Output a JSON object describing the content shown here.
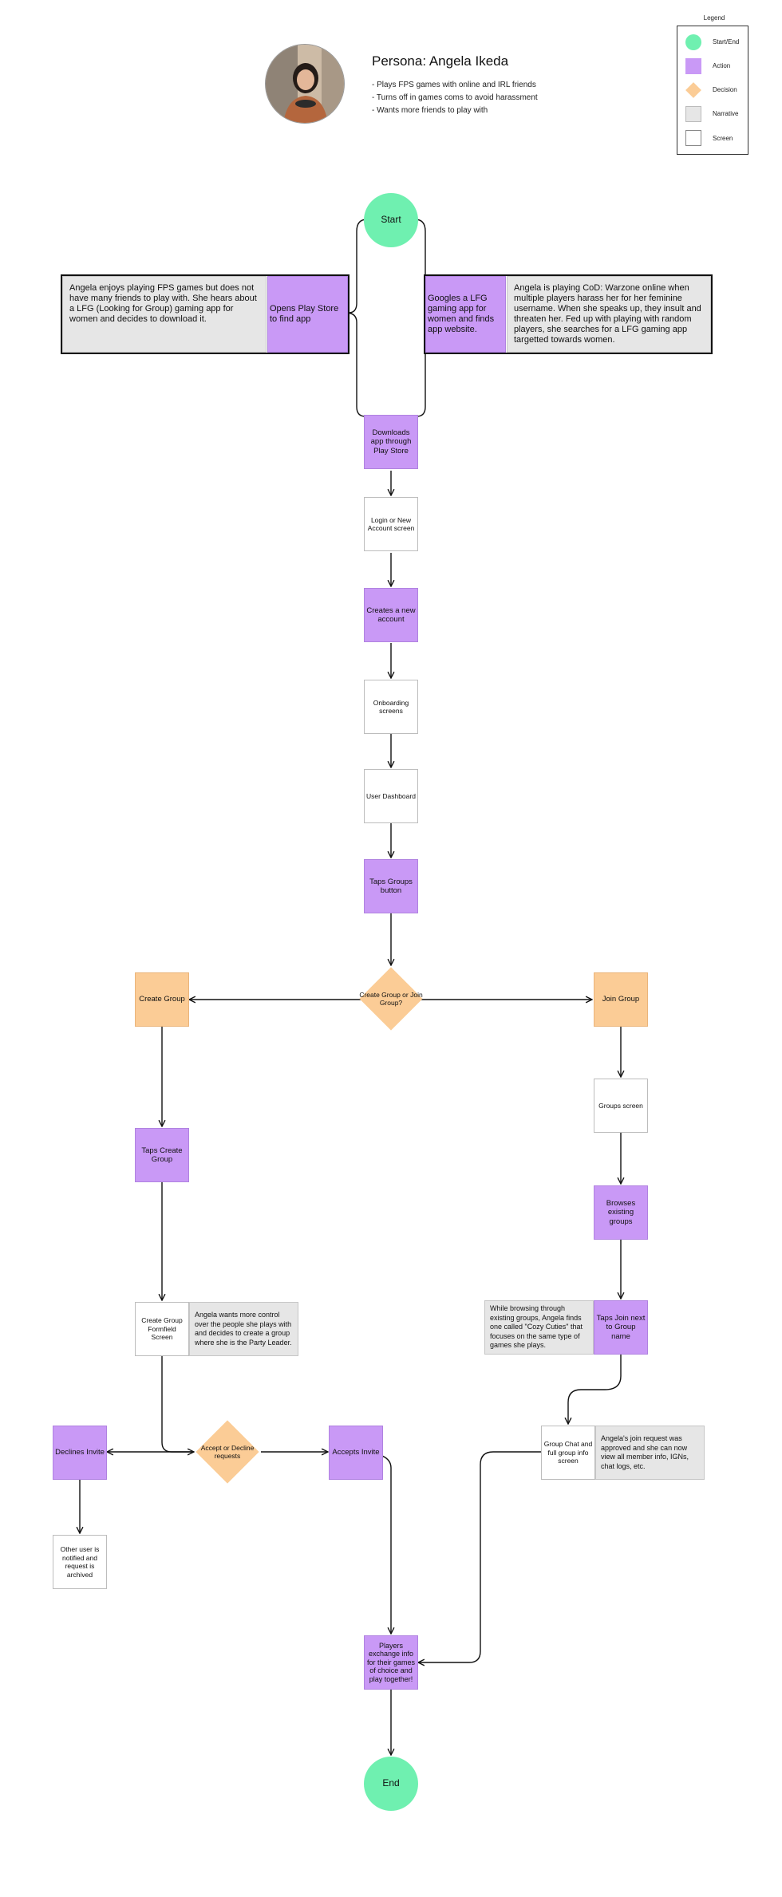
{
  "persona": {
    "title": "Persona: Angela Ikeda",
    "bullets": [
      "- Plays FPS games with online and IRL friends",
      "- Turns off in games coms to avoid harassment",
      "- Wants more friends to play with"
    ]
  },
  "legend": {
    "title": "Legend",
    "items": [
      "Start/End",
      "Action",
      "Decision",
      "Narrative",
      "Screen"
    ]
  },
  "colors": {
    "start_end": "#6ff0b0",
    "action": "#c999f6",
    "decision": "#fbcc96",
    "narrative": "#e6e6e6",
    "screen": "#ffffff"
  },
  "nodes": {
    "start": "Start",
    "narrative_left": "Angela enjoys playing FPS games but does not have many friends to play with. She hears about a LFG (Looking for Group) gaming app for women and decides to download it.",
    "opens_play_store": "Opens Play Store to find app",
    "googles_lfg": "Googles a LFG gaming app for women and finds app website.",
    "narrative_right": "Angela is playing CoD: Warzone online when multiple players harass her for her feminine username. When she speaks up, they insult and threaten her. Fed up with playing with random players, she searches for a LFG gaming app targetted towards women.",
    "downloads_app": "Downloads app through Play Store",
    "login_screen": "Login or New Account screen",
    "creates_account": "Creates a new account",
    "onboarding": "Onboarding screens",
    "user_dashboard": "User Dashboard",
    "taps_groups": "Taps Groups button",
    "decision_group": "Create Group or Join Group?",
    "create_group": "Create Group",
    "join_group": "Join Group",
    "groups_screen": "Groups screen",
    "browses_groups": "Browses existing groups",
    "taps_create_group": "Taps Create Group",
    "narrative_browsing": "While browsing through existing groups, Angela finds one called \"Cozy Cuties\" that focuses on the same type of games she plays.",
    "taps_join": "Taps Join next to Group name",
    "formfield_screen": "Create Group Formfield Screen",
    "narrative_control": "Angela wants more control over the people she plays with and decides to create a group where she is the Party Leader.",
    "declines_invite": "Declines Invite",
    "decision_accept": "Accept or Decline requests",
    "accepts_invite": "Accepts Invite",
    "group_chat_screen": "Group Chat and full group info screen",
    "narrative_approved": "Angela's join request was approved and she can now view all member info, IGNs, chat logs, etc.",
    "archived": "Other user is notified and request is archived",
    "players_exchange": "Players exchange info for their games of choice and play together!",
    "end": "End"
  }
}
